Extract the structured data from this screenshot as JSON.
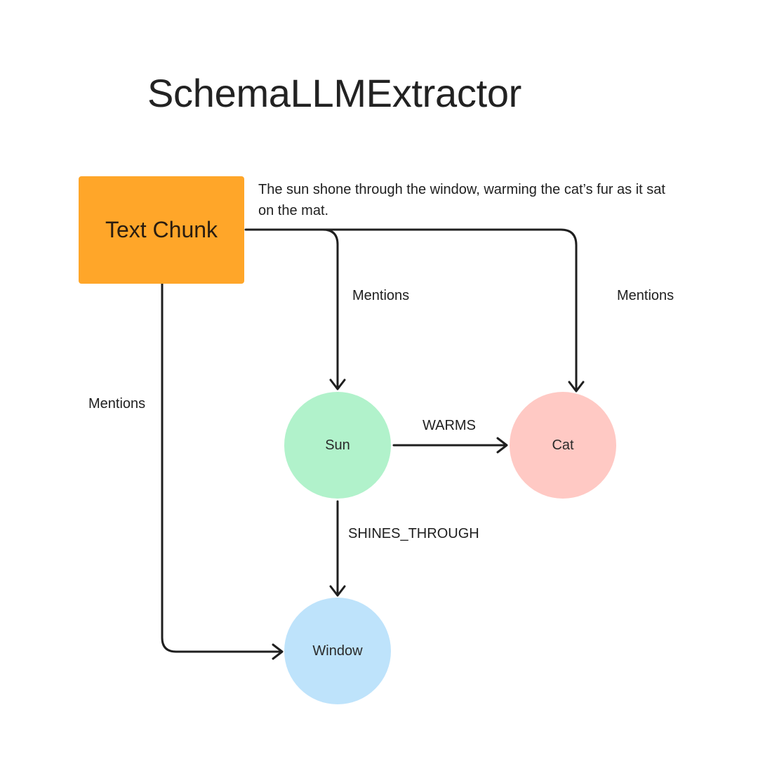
{
  "title": "SchemaLLMExtractor",
  "chunk": {
    "label": "Text Chunk",
    "color": "#FFA629"
  },
  "sentence": "The sun shone through the window, warming the cat’s fur as it sat on the mat.",
  "nodes": {
    "sun": {
      "label": "Sun",
      "color": "#B1F2CB"
    },
    "cat": {
      "label": "Cat",
      "color": "#FFC9C4"
    },
    "window": {
      "label": "Window",
      "color": "#BEE3FB"
    }
  },
  "edges": {
    "chunk_sun": "Mentions",
    "chunk_cat": "Mentions",
    "chunk_window": "Mentions",
    "sun_cat": "WARMS",
    "sun_window": "SHINES_THROUGH"
  },
  "colors": {
    "edge": "#1f1f1f"
  }
}
